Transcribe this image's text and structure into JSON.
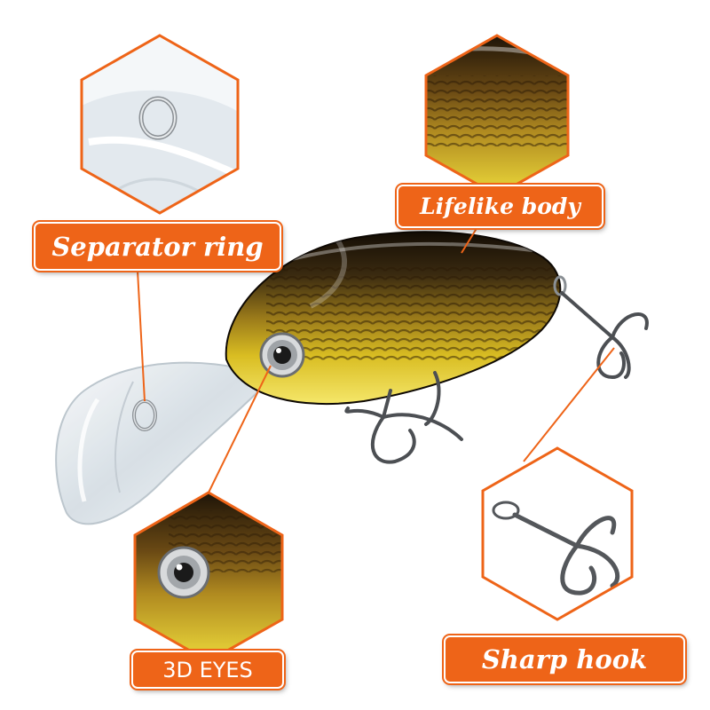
{
  "labels": {
    "separator": "Separator ring",
    "lifelike": "Lifelike body",
    "eyes": "3D EYES",
    "hook": "Sharp hook"
  },
  "colors": {
    "accent_orange": "#ee6418",
    "hex_border": "#ee6418",
    "body_dark": "#1e1408",
    "body_gold": "#c9a31a",
    "belly_yellow": "#f2df3c",
    "lip_clear": "#e8eef2"
  },
  "icons": {
    "separator_ring": "split-ring-icon",
    "eye": "3d-eye-icon",
    "hook": "treble-hook-icon"
  }
}
